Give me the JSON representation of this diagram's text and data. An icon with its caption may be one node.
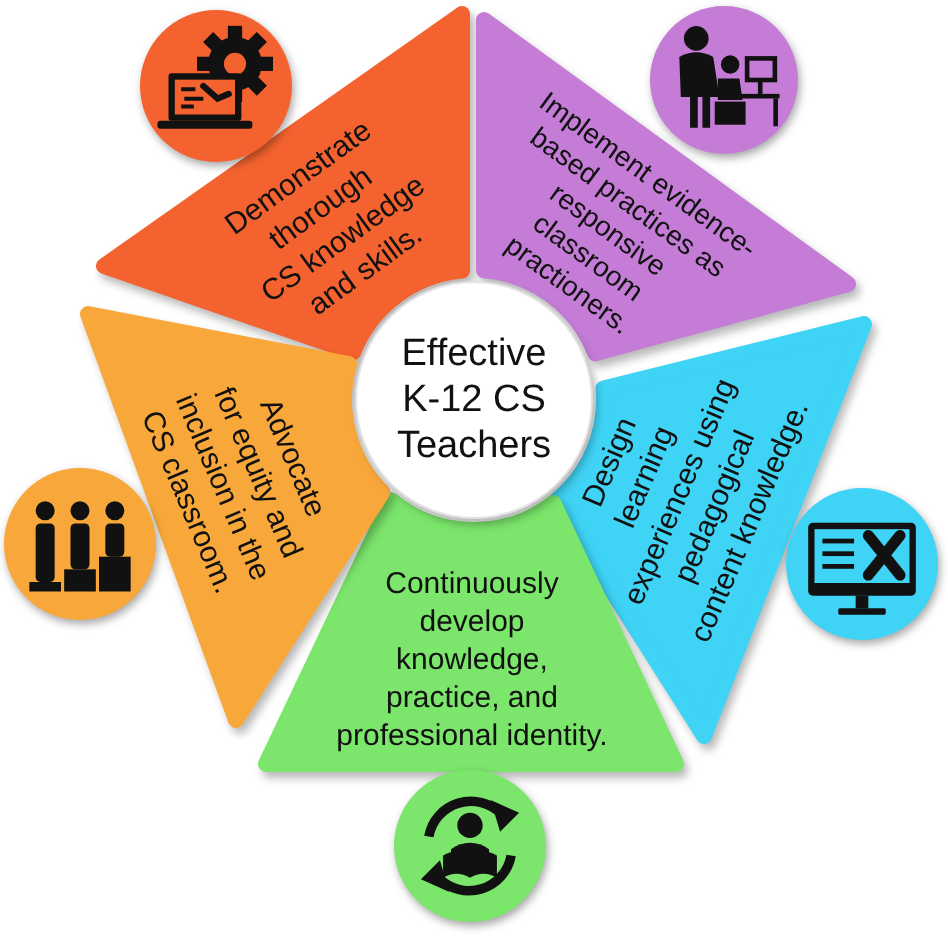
{
  "diagram": {
    "nodes": [
      {
        "text": [
          "Effective K-12 CS Teachers"
        ]
      },
      {
        "text": [
          "Demonstrate thorough CS knowledge and skills."
        ]
      },
      {
        "text": [
          "Implement evidence-based practices as responsive classroom practioners."
        ]
      },
      {
        "text": [
          "Design learning experiences using pedagogical content knowledge."
        ]
      },
      {
        "text": [
          "Continuously develop knowledge, practice, and professional identity."
        ]
      },
      {
        "text": [
          "Advocate for equity and inclusion in the CS classroom."
        ]
      }
    ]
  }
}
